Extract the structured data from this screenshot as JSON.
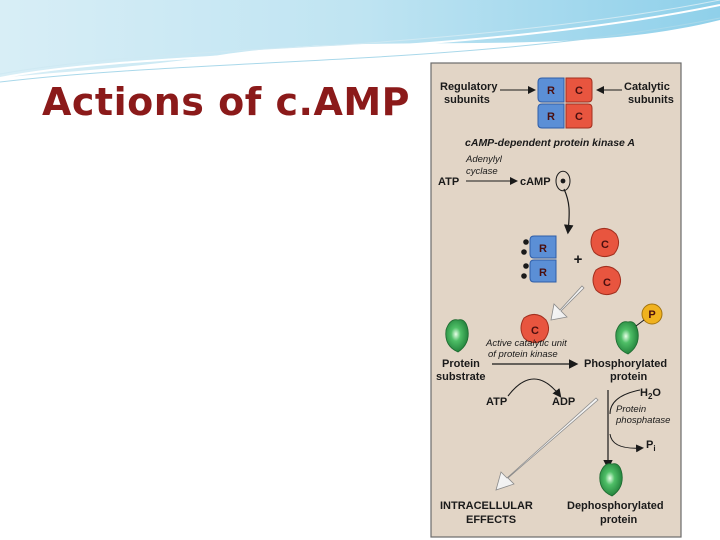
{
  "slide": {
    "title": "Actions of c.AMP"
  },
  "figure": {
    "regulatory_subunits": [
      "Regulatory",
      "subunits"
    ],
    "catalytic_subunits": [
      "Catalytic",
      "subunits"
    ],
    "r_letter": "R",
    "c_letter": "C",
    "p_letter": "P",
    "kinase_title": "cAMP-dependent protein kinase A",
    "adenylyl_cyclase": [
      "Adenylyl",
      "cyclase"
    ],
    "atp": "ATP",
    "camp": "cAMP",
    "plus": "+",
    "active_unit": [
      "Active catalytic unit",
      "of protein kinase"
    ],
    "protein_substrate": [
      "Protein",
      "substrate"
    ],
    "phosphorylated_protein": [
      "Phosphorylated",
      "protein"
    ],
    "h2o": "H",
    "h2o_sub": "2",
    "h2o_o": "O",
    "adp": "ADP",
    "protein_phosphatase": [
      "Protein",
      "phosphatase"
    ],
    "pi": "P",
    "pi_sub": "i",
    "intracellular_effects": [
      "INTRACELLULAR",
      "EFFECTS"
    ],
    "dephosphorylated_protein": [
      "Dephosphorylated",
      "protein"
    ]
  }
}
